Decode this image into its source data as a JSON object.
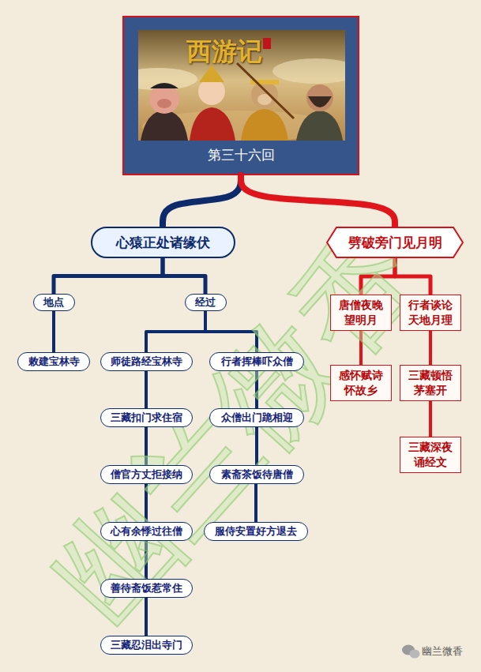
{
  "diagram": {
    "nodes": [
      {
        "text": [
          "第三十六回"
        ]
      },
      {
        "text": [
          "心猿正处诸缘伏"
        ]
      },
      {
        "text": [
          "劈破旁门见月明"
        ]
      },
      {
        "text": [
          "地点"
        ]
      },
      {
        "text": [
          "经过"
        ]
      },
      {
        "text": [
          "敕建宝林寺"
        ]
      },
      {
        "text": [
          "师徒路经宝林寺"
        ]
      },
      {
        "text": [
          "三藏扣门求住宿"
        ]
      },
      {
        "text": [
          "僧官方丈拒接纳"
        ]
      },
      {
        "text": [
          "心有余悸过往僧"
        ]
      },
      {
        "text": [
          "善待斋饭惹常住"
        ]
      },
      {
        "text": [
          "三藏忍泪出寺门"
        ]
      },
      {
        "text": [
          "行者挥棒吓众僧"
        ]
      },
      {
        "text": [
          "众僧出门跪相迎"
        ]
      },
      {
        "text": [
          "素斋茶饭待唐僧"
        ]
      },
      {
        "text": [
          "服侍安置好方退去"
        ]
      },
      {
        "text": [
          "唐僧夜晚望明月"
        ]
      },
      {
        "text": [
          "行者谈论天地月理"
        ]
      },
      {
        "text": [
          "感怀赋诗怀故乡"
        ]
      },
      {
        "text": [
          "三藏顿悟茅塞开"
        ]
      },
      {
        "text": [
          "三藏深夜诵经文"
        ]
      }
    ],
    "edges": [
      {
        "from": 0,
        "to": 1,
        "arrow": "none"
      },
      {
        "from": 0,
        "to": 2,
        "arrow": "none"
      },
      {
        "from": 1,
        "to": 3,
        "arrow": "none"
      },
      {
        "from": 1,
        "to": 4,
        "arrow": "none"
      },
      {
        "from": 3,
        "to": 5,
        "arrow": "none"
      },
      {
        "from": 4,
        "to": 6,
        "arrow": "none"
      },
      {
        "from": 4,
        "to": 12,
        "arrow": "none"
      },
      {
        "from": 6,
        "to": 7,
        "arrow": "none"
      },
      {
        "from": 7,
        "to": 8,
        "arrow": "none"
      },
      {
        "from": 8,
        "to": 9,
        "arrow": "none"
      },
      {
        "from": 9,
        "to": 10,
        "arrow": "none"
      },
      {
        "from": 10,
        "to": 11,
        "arrow": "none"
      },
      {
        "from": 12,
        "to": 13,
        "arrow": "none"
      },
      {
        "from": 13,
        "to": 14,
        "arrow": "none"
      },
      {
        "from": 14,
        "to": 15,
        "arrow": "none"
      },
      {
        "from": 2,
        "to": 16,
        "arrow": "none"
      },
      {
        "from": 2,
        "to": 17,
        "arrow": "none"
      },
      {
        "from": 16,
        "to": 18,
        "arrow": "none"
      },
      {
        "from": 17,
        "to": 19,
        "arrow": "none"
      },
      {
        "from": 19,
        "to": 20,
        "arrow": "none"
      }
    ],
    "labels": [
      "西游记",
      "幽兰微香",
      "幽兰微香"
    ]
  }
}
